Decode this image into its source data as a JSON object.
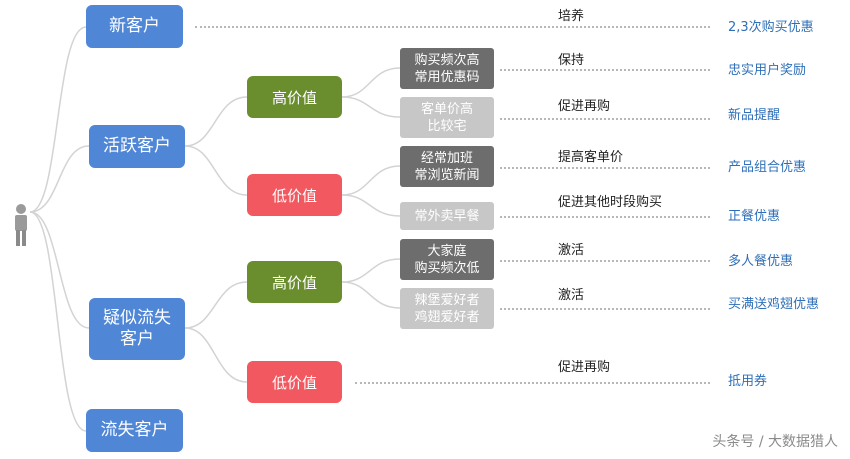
{
  "colors": {
    "customer_node": "#4f86d6",
    "high_value": "#6a8e2e",
    "low_value": "#f1585f",
    "dark_segment": "#6d6d6d",
    "light_segment": "#c7c7c7",
    "strategy_text": "#2e6fb8",
    "connector": "#d3d3d3"
  },
  "customers": {
    "new": "新客户",
    "active": "活跃客户",
    "churn_risk": "疑似流失\n客户",
    "lost": "流失客户"
  },
  "value_tiers": {
    "active_high": "高价值",
    "active_low": "低价值",
    "risk_high": "高价值",
    "risk_low": "低价值"
  },
  "segments": {
    "active_high_a": "购买频次高\n常用优惠码",
    "active_high_b": "客单价高\n比较宅",
    "active_low_a": "经常加班\n常浏览新闻",
    "active_low_b": "常外卖早餐",
    "risk_high_a": "大家庭\n购买频次低",
    "risk_high_b": "辣堡爱好者\n鸡翅爱好者"
  },
  "actions": [
    "培养",
    "保持",
    "促进再购",
    "提高客单价",
    "促进其他时段购买",
    "激活",
    "激活",
    "促进再购"
  ],
  "strategies": [
    "2,3次购买优惠",
    "忠实用户奖励",
    "新品提醒",
    "产品组合优惠",
    "正餐优惠",
    "多人餐优惠",
    "买满送鸡翅优惠",
    "抵用券"
  ],
  "icon": "person-icon",
  "watermark": "头条号 / 大数据猎人"
}
